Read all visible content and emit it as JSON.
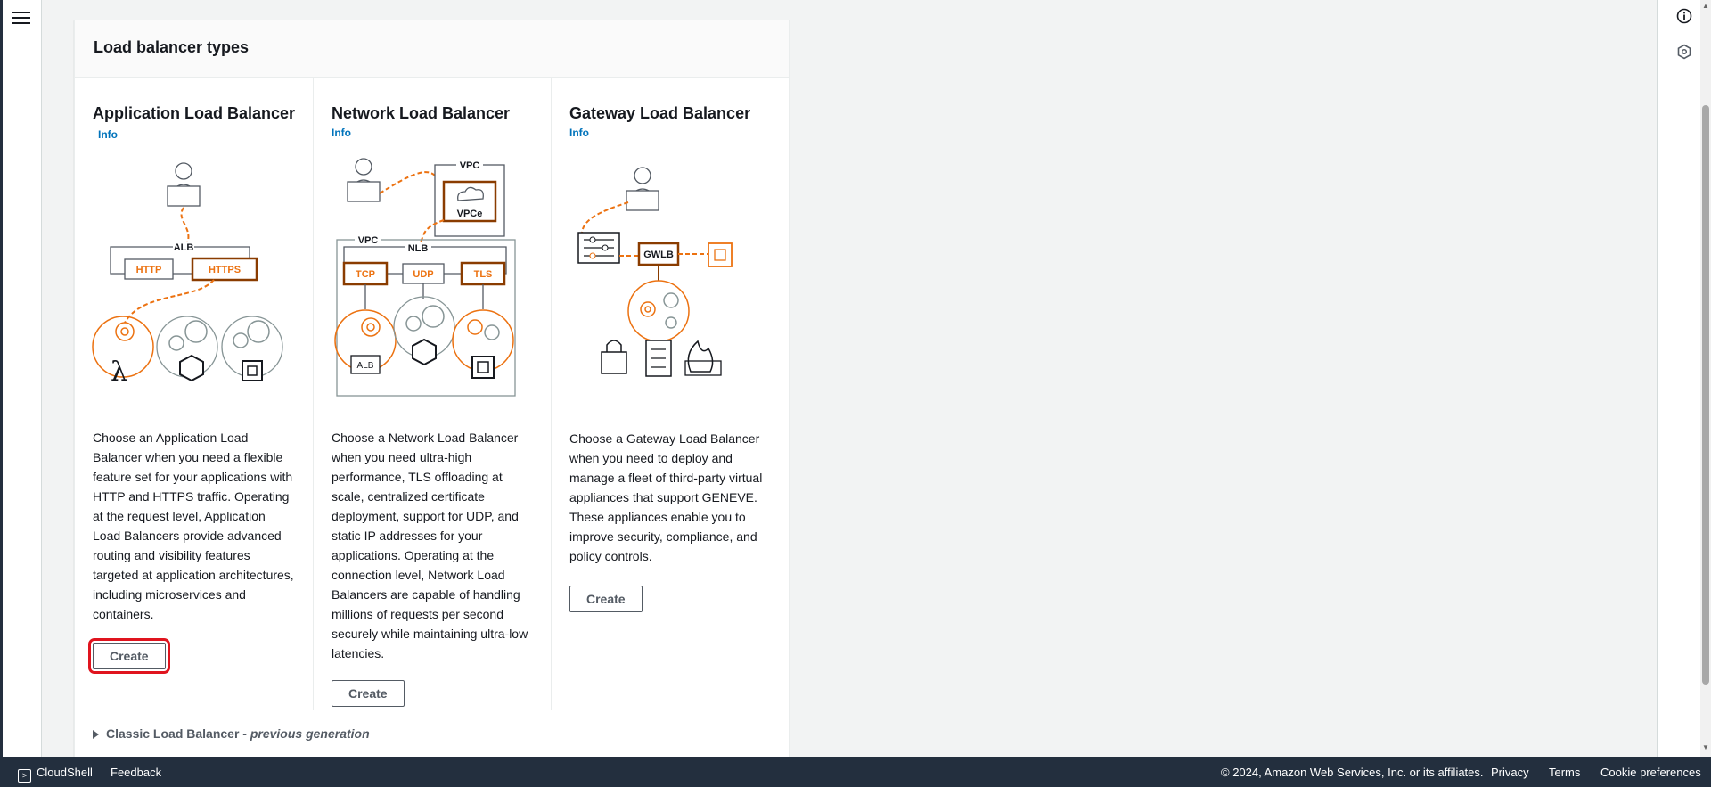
{
  "panel": {
    "title": "Load balancer types"
  },
  "columns": [
    {
      "title": "Application Load Balancer",
      "info": "Info",
      "illustration": {
        "top_label": "ALB",
        "protocols": [
          "HTTP",
          "HTTPS"
        ]
      },
      "description": "Choose an Application Load Balancer when you need a flexible feature set for your applications with HTTP and HTTPS traffic. Operating at the request level, Application Load Balancers provide advanced routing and visibility features targeted at application architectures, including microservices and containers.",
      "create_label": "Create"
    },
    {
      "title": "Network Load Balancer",
      "info": "Info",
      "illustration": {
        "vpc_label": "VPC",
        "vpce_label": "VPCe",
        "nlb_label": "NLB",
        "protocols": [
          "TCP",
          "UDP",
          "TLS"
        ],
        "alb_label": "ALB"
      },
      "description": "Choose a Network Load Balancer when you need ultra-high performance, TLS offloading at scale, centralized certificate deployment, support for UDP, and static IP addresses for your applications. Operating at the connection level, Network Load Balancers are capable of handling millions of requests per second securely while maintaining ultra-low latencies.",
      "create_label": "Create"
    },
    {
      "title": "Gateway Load Balancer",
      "info": "Info",
      "illustration": {
        "gwlb_label": "GWLB"
      },
      "description": "Choose a Gateway Load Balancer when you need to deploy and manage a fleet of third-party virtual appliances that support GENEVE. These appliances enable you to improve security, compliance, and policy controls.",
      "create_label": "Create"
    }
  ],
  "classic": {
    "label": "Classic Load Balancer - ",
    "suffix": "previous generation"
  },
  "footer": {
    "cloudshell": "CloudShell",
    "feedback": "Feedback",
    "copyright": "© 2024, Amazon Web Services, Inc. or its affiliates.",
    "privacy": "Privacy",
    "terms": "Terms",
    "cookies": "Cookie preferences"
  },
  "colors": {
    "accent": "#ec7211",
    "link": "#0073bb",
    "footer_bg": "#232f3e",
    "highlight": "#e0141e"
  },
  "icons": {
    "menu": "hamburger-icon",
    "info": "info-circle-icon",
    "settings": "hexagon-icon",
    "cloudshell": "terminal-icon"
  }
}
